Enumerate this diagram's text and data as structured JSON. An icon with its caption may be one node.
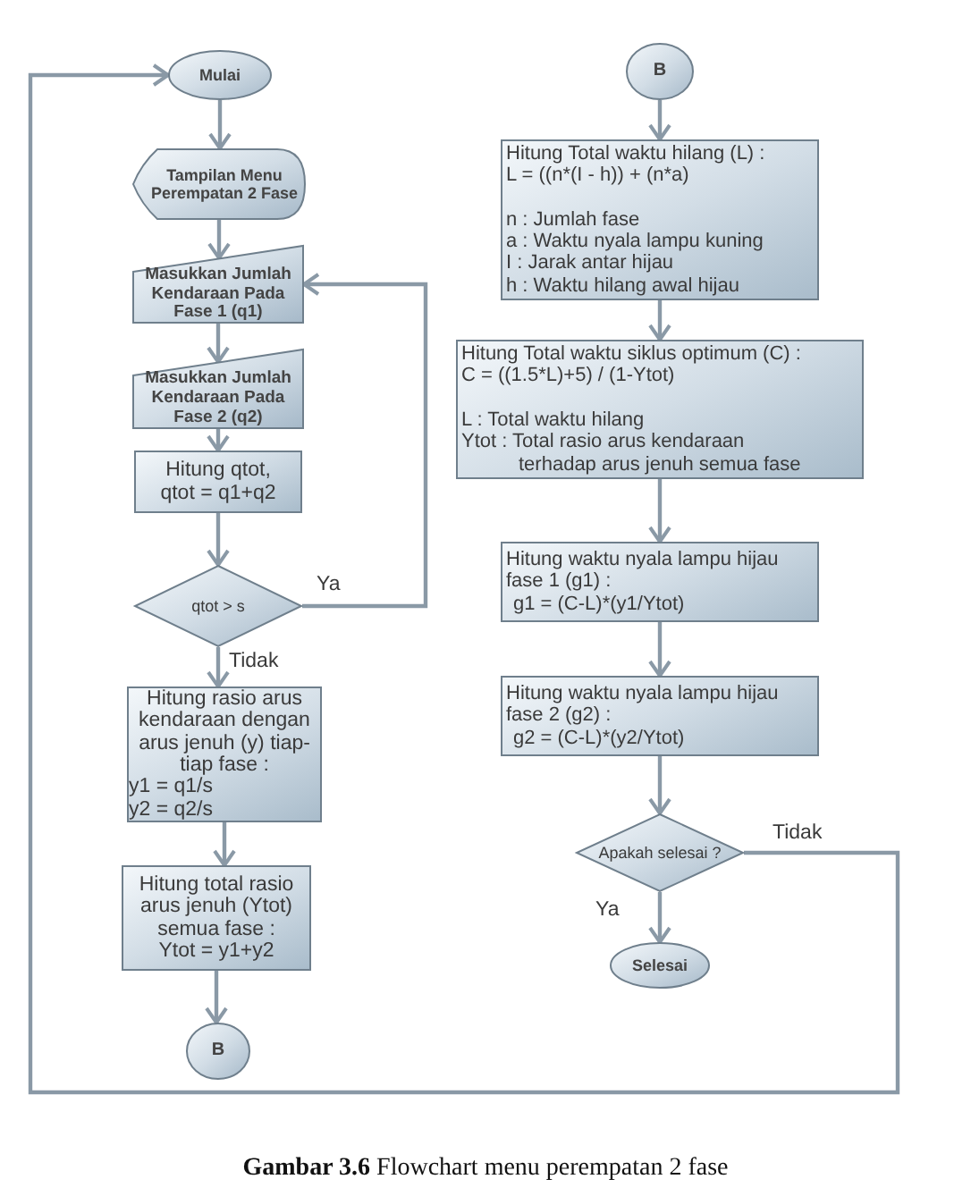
{
  "diagram": {
    "caption": "**Gambar 3.6** Flowchart menu perempatan 2 fase",
    "nodes": [
      {
        "text": [
          "Mulai"
        ]
      },
      {
        "text": [
          "Tampilan Menu Perempatan 2 Fase"
        ]
      },
      {
        "text": [
          "Masukkan Jumlah Kendaraan Pada Fase 1 (q1)"
        ]
      },
      {
        "text": [
          "Masukkan Jumlah Kendaraan Pada Fase 2 (q2)"
        ]
      },
      {
        "text": [
          "Hitung qtot,",
          "qtot = q1+q2"
        ]
      },
      {
        "text": [
          "qtot > s"
        ]
      },
      {
        "text": [
          "Hitung rasio arus kendaraan dengan arus jenuh (y) tiap-tiap fase :",
          "y1 = q1/s",
          "y2 = q2/s"
        ]
      },
      {
        "text": [
          "Hitung total rasio arus jenuh (Ytot) semua fase :",
          "Ytot = y1+y2"
        ]
      },
      {
        "text": [
          "B"
        ]
      },
      {
        "text": [
          "B"
        ]
      },
      {
        "text": [
          "Hitung Total waktu hilang (L) :",
          "L = ((n*(I - h)) + (n*a)",
          "n : Jumlah fase",
          "a : Waktu nyala lampu kuning",
          "I : Jarak antar hijau",
          "h : Waktu hilang awal hijau"
        ]
      },
      {
        "text": [
          "Hitung Total waktu siklus optimum (C) :",
          "C = ((1.5*L)+5) / (1-Ytot)",
          "L : Total waktu hilang",
          "Ytot : Total rasio arus kendaraan terhadap arus jenuh semua fase"
        ]
      },
      {
        "text": [
          "Hitung waktu nyala lampu hijau fase 1 (g1) :",
          "g1 = (C-L)*(y1/Ytot)"
        ]
      },
      {
        "text": [
          "Hitung waktu nyala lampu hijau fase 2 (g2) :",
          "g2 = (C-L)*(y2/Ytot)"
        ]
      },
      {
        "text": [
          "Apakah selesai ?"
        ]
      },
      {
        "text": [
          "Selesai"
        ]
      }
    ],
    "edges": [
      {
        "from": 0,
        "to": 1,
        "arrow": "to"
      },
      {
        "from": 1,
        "to": 2,
        "arrow": "to"
      },
      {
        "from": 2,
        "to": 3,
        "arrow": "to"
      },
      {
        "from": 3,
        "to": 4,
        "arrow": "to"
      },
      {
        "from": 4,
        "to": 5,
        "arrow": "to"
      },
      {
        "from": 5,
        "to": 2,
        "arrow": "to",
        "label": "Ya"
      },
      {
        "from": 5,
        "to": 6,
        "arrow": "to",
        "label": "Tidak"
      },
      {
        "from": 6,
        "to": 7,
        "arrow": "to"
      },
      {
        "from": 7,
        "to": 8,
        "arrow": "to"
      },
      {
        "from": 9,
        "to": 10,
        "arrow": "to"
      },
      {
        "from": 10,
        "to": 11,
        "arrow": "to"
      },
      {
        "from": 11,
        "to": 12,
        "arrow": "to"
      },
      {
        "from": 12,
        "to": 13,
        "arrow": "to"
      },
      {
        "from": 13,
        "to": 14,
        "arrow": "to"
      },
      {
        "from": 14,
        "to": 15,
        "arrow": "to",
        "label": "Ya"
      },
      {
        "from": 14,
        "to": 0,
        "arrow": "to",
        "label": "Tidak"
      }
    ]
  }
}
